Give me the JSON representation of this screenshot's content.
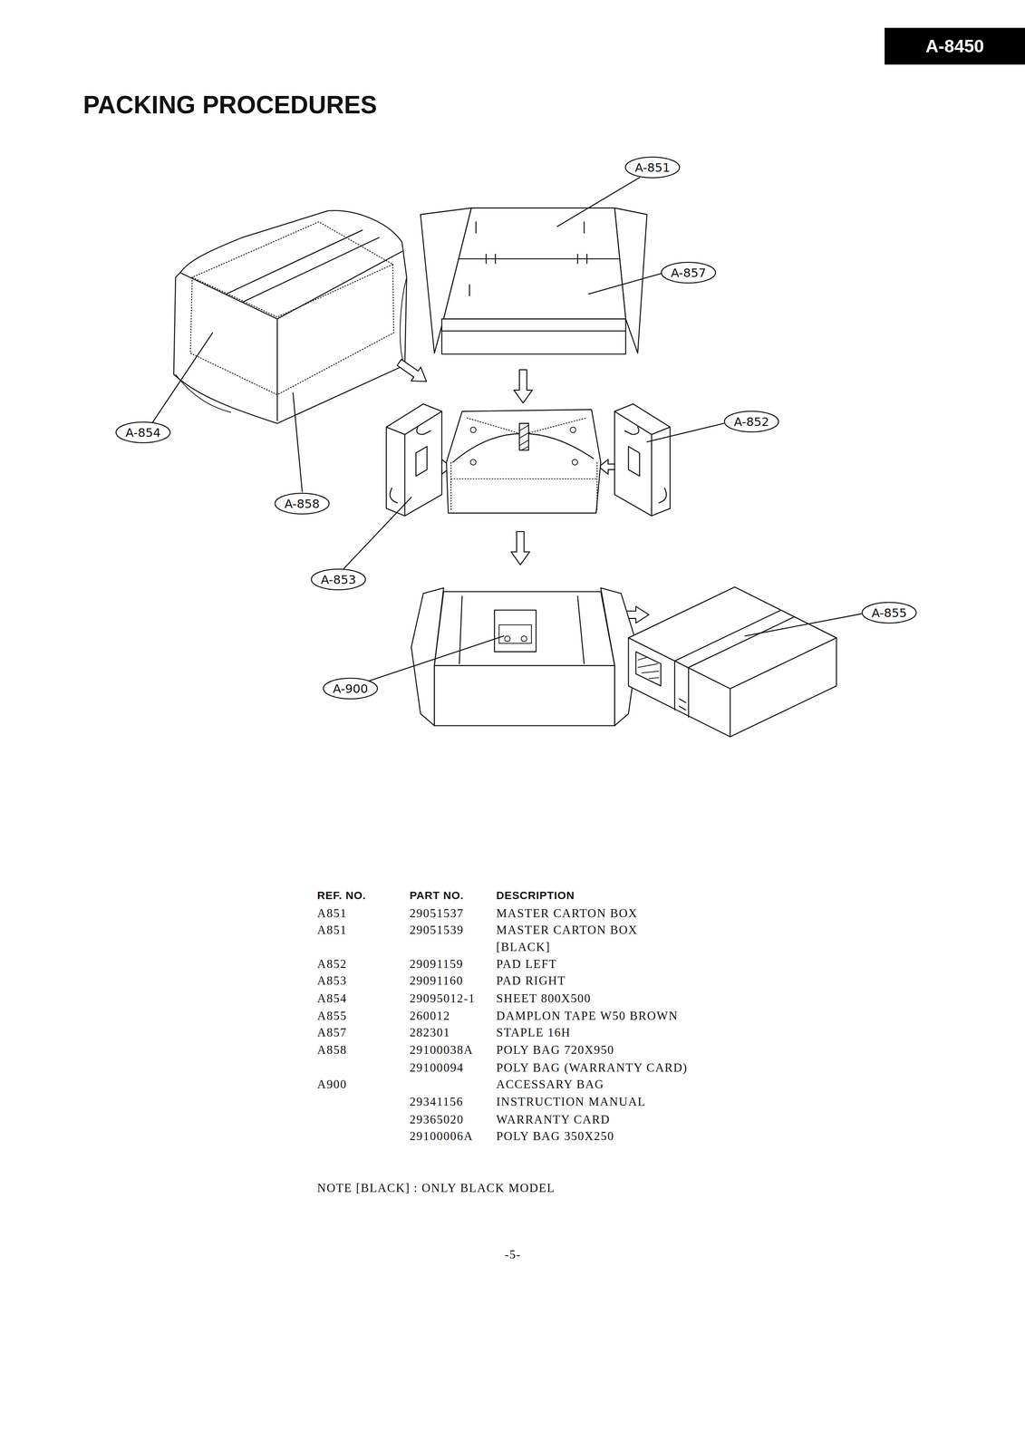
{
  "diagram": {
    "title": "PACKING PROCEDURES",
    "nodes": [
      {
        "text": [
          "A-8450"
        ]
      },
      {
        "text": [
          "A-851"
        ]
      },
      {
        "text": [
          "A-857"
        ]
      },
      {
        "text": [
          "A-852"
        ]
      },
      {
        "text": [
          "A-854"
        ]
      },
      {
        "text": [
          "A-858"
        ]
      },
      {
        "text": [
          "A-853"
        ]
      },
      {
        "text": [
          "A-855"
        ]
      },
      {
        "text": [
          "A-900"
        ]
      }
    ],
    "labels": [
      "REF. NO.",
      "PART NO.",
      "DESCRIPTION",
      "A851",
      "29051537",
      "MASTER CARTON BOX",
      "A851",
      "29051539",
      "MASTER CARTON BOX [BLACK]",
      "A852",
      "29091159",
      "PAD LEFT",
      "A853",
      "29091160",
      "PAD RIGHT",
      "A854",
      "29095012-1",
      "SHEET 800X500",
      "A855",
      "260012",
      "DAMPLON TAPE W50 BROWN",
      "A857",
      "282301",
      "STAPLE 16H",
      "A858",
      "29100038A",
      "POLY BAG 720X950",
      "29100094",
      "POLY BAG (WARRANTY CARD)",
      "A900",
      "ACCESSARY BAG",
      "29341156",
      "INSTRUCTION MANUAL",
      "29365020",
      "WARRANTY CARD",
      "29100006A",
      "POLY BAG 350X250",
      "NOTE [BLACK] : ONLY BLACK MODEL",
      "-5-"
    ]
  }
}
